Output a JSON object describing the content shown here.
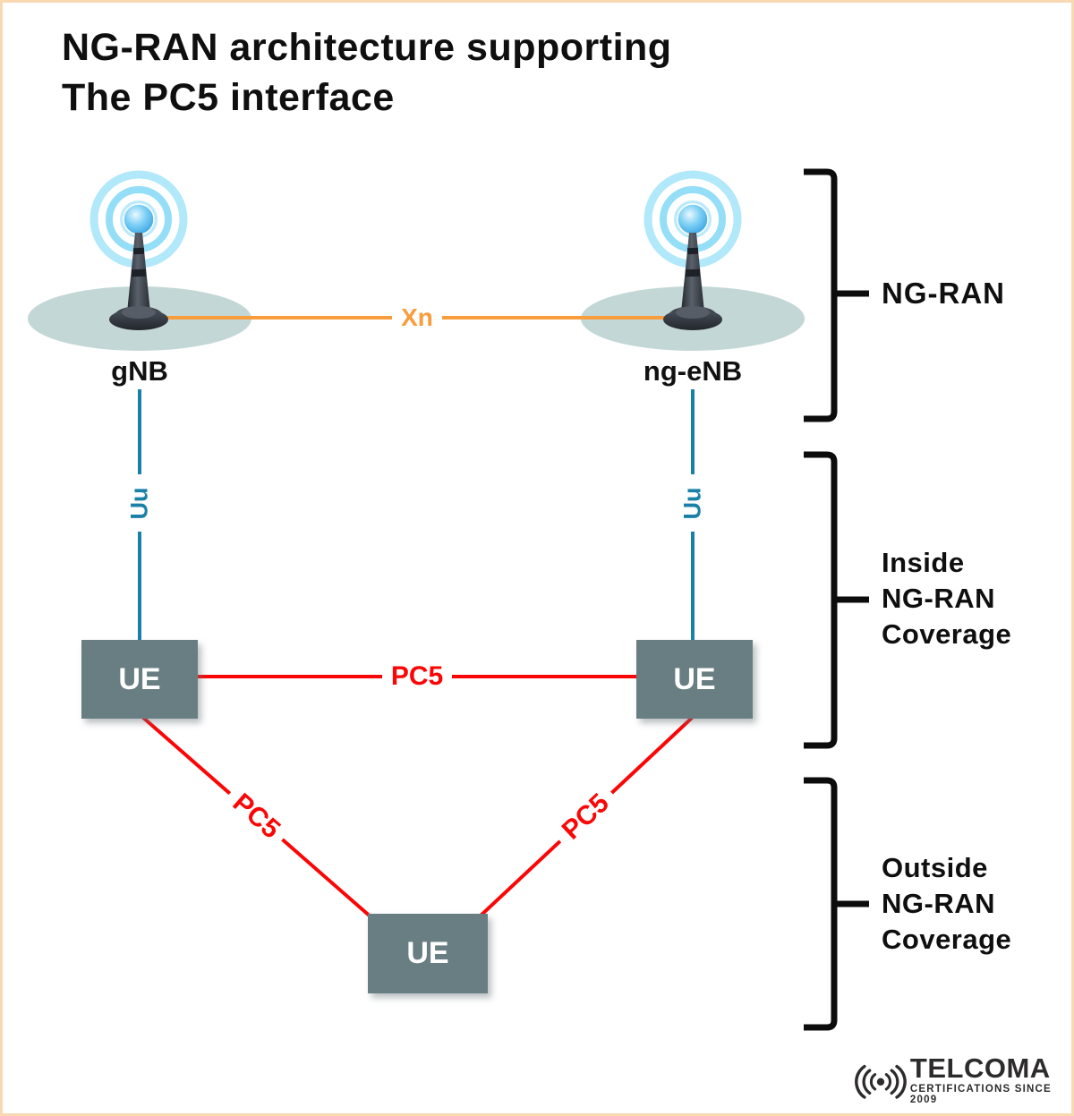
{
  "title": {
    "line1": "NG-RAN architecture supporting",
    "line2": "The PC5 interface"
  },
  "nodes": {
    "gnb": {
      "label": "gNB"
    },
    "ng_enb": {
      "label": "ng-eNB"
    },
    "ue_left": {
      "label": "UE"
    },
    "ue_right": {
      "label": "UE"
    },
    "ue_bottom": {
      "label": "UE"
    }
  },
  "links": {
    "xn": {
      "label": "Xn",
      "color": "#f89c3c"
    },
    "uu_left": {
      "label": "Uu",
      "color": "#1b80a8"
    },
    "uu_right": {
      "label": "Uu",
      "color": "#1b80a8"
    },
    "pc5_horizontal": {
      "label": "PC5",
      "color": "#fb0606"
    },
    "pc5_left_diagonal": {
      "label": "PC5",
      "color": "#fb0606"
    },
    "pc5_right_diagonal": {
      "label": "PC5",
      "color": "#fb0606"
    }
  },
  "annotations": {
    "ng_ran": {
      "label": "NG-RAN"
    },
    "inside": {
      "lines": [
        "Inside",
        "NG-RAN",
        "Coverage"
      ]
    },
    "outside": {
      "lines": [
        "Outside",
        "NG-RAN",
        "Coverage"
      ]
    }
  },
  "branding": {
    "name": "TELCOMA",
    "tagline": "CERTIFICATIONS SINCE 2009"
  },
  "colors": {
    "border": "#f9d9b2",
    "coverage_pad": "#c3d8d6",
    "ue_box": "#697e82",
    "bracket": "#0c0c0c",
    "antenna_ring": "#8fdcf7"
  }
}
